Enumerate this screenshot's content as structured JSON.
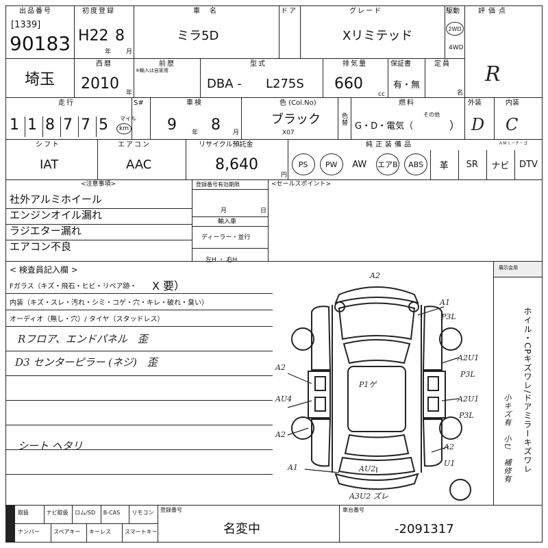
{
  "labels": {
    "listing_no": "出品番号",
    "first_reg": "初度登録",
    "car_name": "車　名",
    "door": "ドア",
    "grade": "グレード",
    "drive": "駆動",
    "evaluation": "評価点",
    "model_year": "西暦",
    "history": "前歴",
    "history_note": "※輸入は自家用",
    "type": "型式",
    "displacement": "排気量",
    "warranty": "保証書",
    "capacity": "定員",
    "mileage": "走行",
    "meter_swap": "S#",
    "inspection": "車検",
    "color": "色 (Col.No)",
    "fuel": "燃料",
    "exterior": "外装",
    "interior": "内装",
    "shift": "シフト",
    "aircon": "エアコン",
    "recycle": "リサイクル預託金",
    "equipment": "純正装備品",
    "caution": "<注意事項>",
    "plate_expiry": "登録番号有効期限",
    "import_car": "輸入車",
    "sales_point": "<セールスポイント>",
    "inspector": "< 検査員記入欄 >",
    "f_glass": "Fガラス（キズ・飛石・ヒビ・リペア跡・",
    "f_glass_mark": "X 要）",
    "interior_line": "内装（キズ・スレ・汚れ・シミ・コゲ・穴・キレ・破れ・臭い）",
    "audio_line": "オーディオ（無し・穴）/ タイヤ（スタッドレス）",
    "reg_no": "登録番号",
    "chassis_no": "車台番号",
    "year_unit": "年",
    "month_unit": "月",
    "cc_unit": "cc",
    "yen_unit": "円",
    "person_unit": "名",
    "mile_unit": "マイル",
    "km_unit": "km",
    "other_unit": "その他"
  },
  "values": {
    "listing_lot": "[1339]",
    "listing_number": "90183",
    "first_reg_era": "H22",
    "first_reg_month": "8",
    "car_name": "ミラ5D",
    "grade": "Xリミテッド",
    "drive_2wd": "2WD",
    "drive_4wd": "4WD",
    "evaluation": "R",
    "region": "埼玉",
    "model_year": "2010",
    "type_prefix": "DBA -",
    "type_code": "L275S",
    "displacement": "660",
    "warranty": "有・無",
    "mileage_digits": [
      "1",
      "1",
      "8",
      "7",
      "7",
      "5"
    ],
    "inspection_year": "9",
    "inspection_month": "8",
    "color": "ブラック",
    "color_code": "X07",
    "color_swap": "色替",
    "fuel": "G・D・電気（",
    "fuel_close": "）",
    "exterior_grade": "D",
    "interior_grade": "C",
    "equip_note": "ＡＭｌ－ナ・ゴ",
    "shift": "IAT",
    "aircon": "AAC",
    "recycle": "8,640",
    "equipment": [
      "PS",
      "PW",
      "AW",
      "エアB",
      "ABS",
      "革",
      "SR",
      "ナビ",
      "DTV"
    ],
    "caution_items": [
      "社外アルミホイール",
      "エンジンオイル漏れ",
      "ラジエター漏れ",
      "エアコン不良"
    ],
    "dealer": "ディーラー・並行",
    "steering": "左H ・ 右H",
    "handwritten_notes": [
      "Rフロア、エンドパネル　歪",
      "D3 センターピラー (ネジ)　歪",
      "シート ヘタリ"
    ],
    "side_note": "ホイル・CPキズワレ/ドアミラーキズワレ",
    "side_note_small": "小キズ有　小U　補修有",
    "bottom_items_top": [
      "取扱",
      "ナビ取扱",
      "ロム/SD",
      "B-CAS",
      "リモコン"
    ],
    "bottom_items_bottom": [
      "ナンバー",
      "スペアキー",
      "キーレス",
      "スマートキー"
    ],
    "reg_no": "名変中",
    "chassis_no": "-2091317",
    "map_tag": "展示会用"
  },
  "diagram_marks": [
    "A2",
    "A1",
    "P3L",
    "A2U1",
    "P3L",
    "A2U1",
    "P3L",
    "A2",
    "A2",
    "AU4",
    "A2",
    "U1",
    "A1",
    "AU2",
    "A3U2 ズレ",
    "P1ゲ"
  ]
}
